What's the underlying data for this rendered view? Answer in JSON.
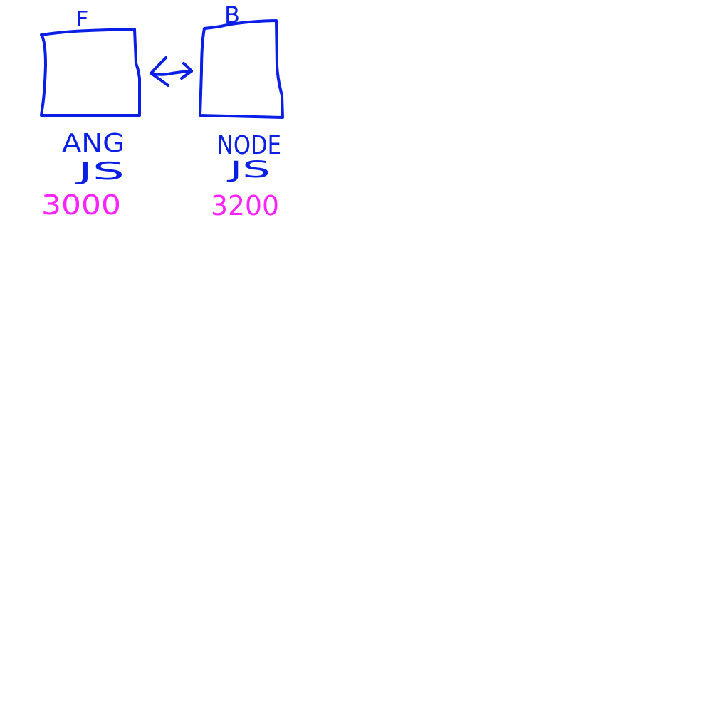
{
  "colors": {
    "ink_blue": "#0a1ee6",
    "ink_magenta": "#ff22ff",
    "background": "#ffffff"
  },
  "frontend": {
    "box_label": "F",
    "name_line1": "ANG",
    "name_line2": "JS",
    "port": "3000"
  },
  "backend": {
    "box_label": "B",
    "name_line1": "NODE",
    "name_line2": "JS",
    "port": "3200"
  },
  "connector": {
    "icon": "bidirectional-arrow-icon"
  }
}
